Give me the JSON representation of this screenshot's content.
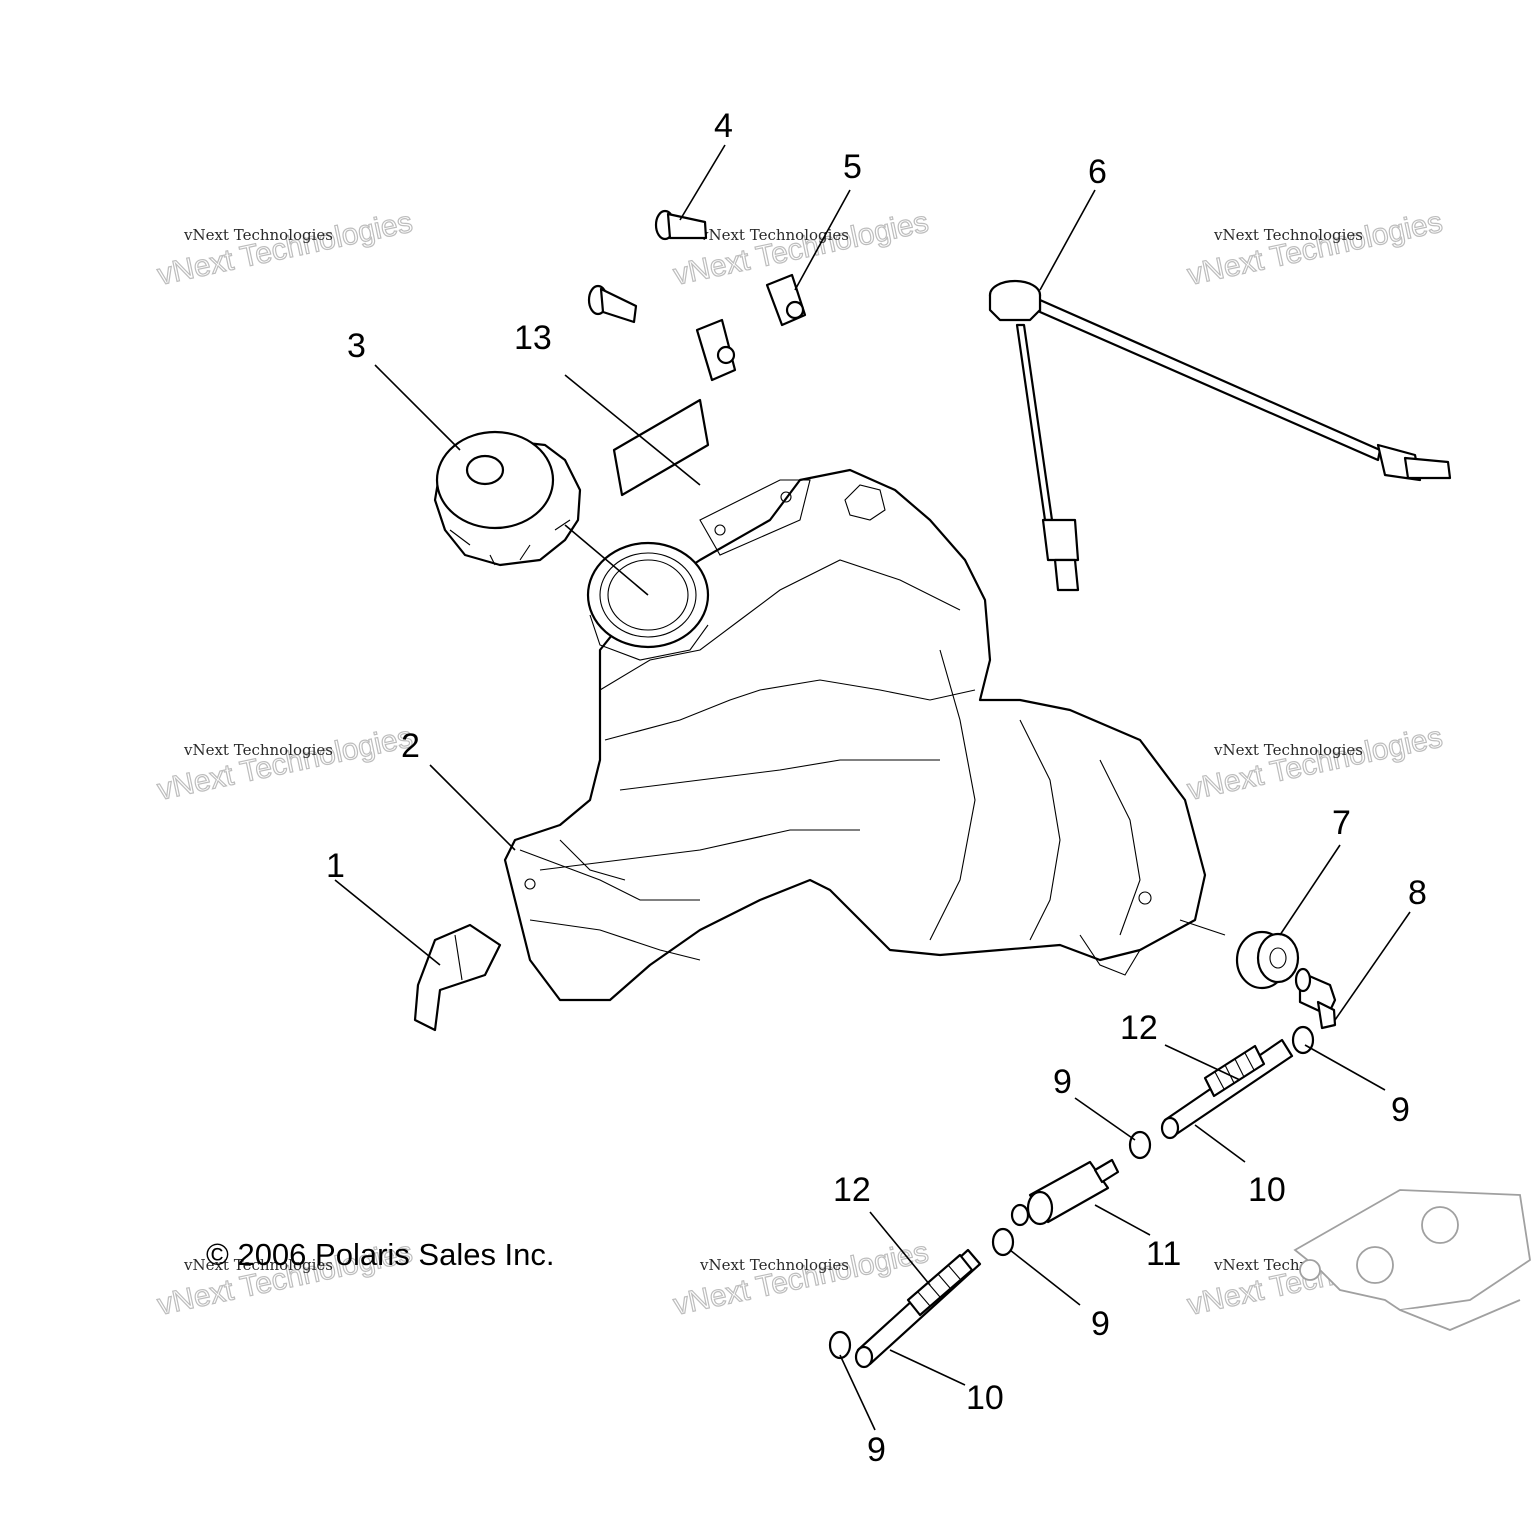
{
  "copyright": "© 2006 Polaris Sales Inc.",
  "watermark": {
    "line1": "vNext Technologies",
    "line2": "vNext Technologies"
  },
  "callouts": [
    {
      "id": "c1",
      "label": "1"
    },
    {
      "id": "c2",
      "label": "2"
    },
    {
      "id": "c3",
      "label": "3"
    },
    {
      "id": "c4",
      "label": "4"
    },
    {
      "id": "c5",
      "label": "5"
    },
    {
      "id": "c6",
      "label": "6"
    },
    {
      "id": "c7",
      "label": "7"
    },
    {
      "id": "c8",
      "label": "8"
    },
    {
      "id": "c9a",
      "label": "9"
    },
    {
      "id": "c9b",
      "label": "9"
    },
    {
      "id": "c9c",
      "label": "9"
    },
    {
      "id": "c9d",
      "label": "9"
    },
    {
      "id": "c10a",
      "label": "10"
    },
    {
      "id": "c10b",
      "label": "10"
    },
    {
      "id": "c11",
      "label": "11"
    },
    {
      "id": "c12a",
      "label": "12"
    },
    {
      "id": "c12b",
      "label": "12"
    },
    {
      "id": "c13",
      "label": "13"
    }
  ]
}
